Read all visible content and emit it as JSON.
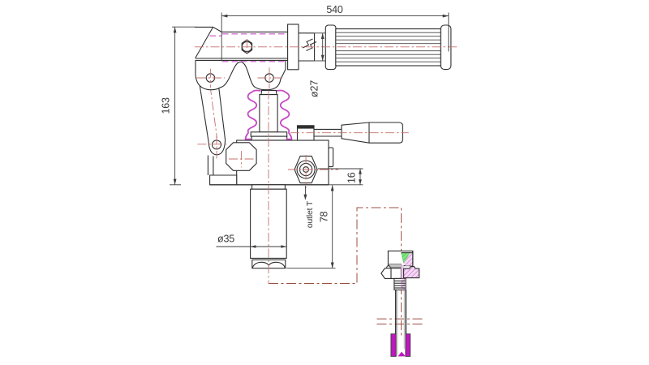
{
  "drawing": {
    "title": "hand pump technical drawing",
    "background": "#ffffff",
    "labels": {
      "handle_length": "540",
      "body_height": "163",
      "grip_diameter": "ø27",
      "cylinder_diameter": "ø35",
      "reservoir_depth": "78",
      "port_offset": "16",
      "outlet_port": "outlet T"
    },
    "colors": {
      "outline": "#2e2e2e",
      "dimension": "#3c3c3c",
      "centerline_red": "#c4706c",
      "hose_red": "#9e4f44",
      "hidden_magenta": "#c94fc9",
      "bellows_magenta": "#c44ac4",
      "section_magenta_solid": "#bd18bd",
      "section_magenta_hatch_bg": "#f4d7f4",
      "section_magenta_hatch_line": "#c468c4",
      "section_green_hatch_bg": "#86e686",
      "section_green_hatch_line": "#2db32d",
      "section_gray": "#c4c4c4"
    }
  }
}
